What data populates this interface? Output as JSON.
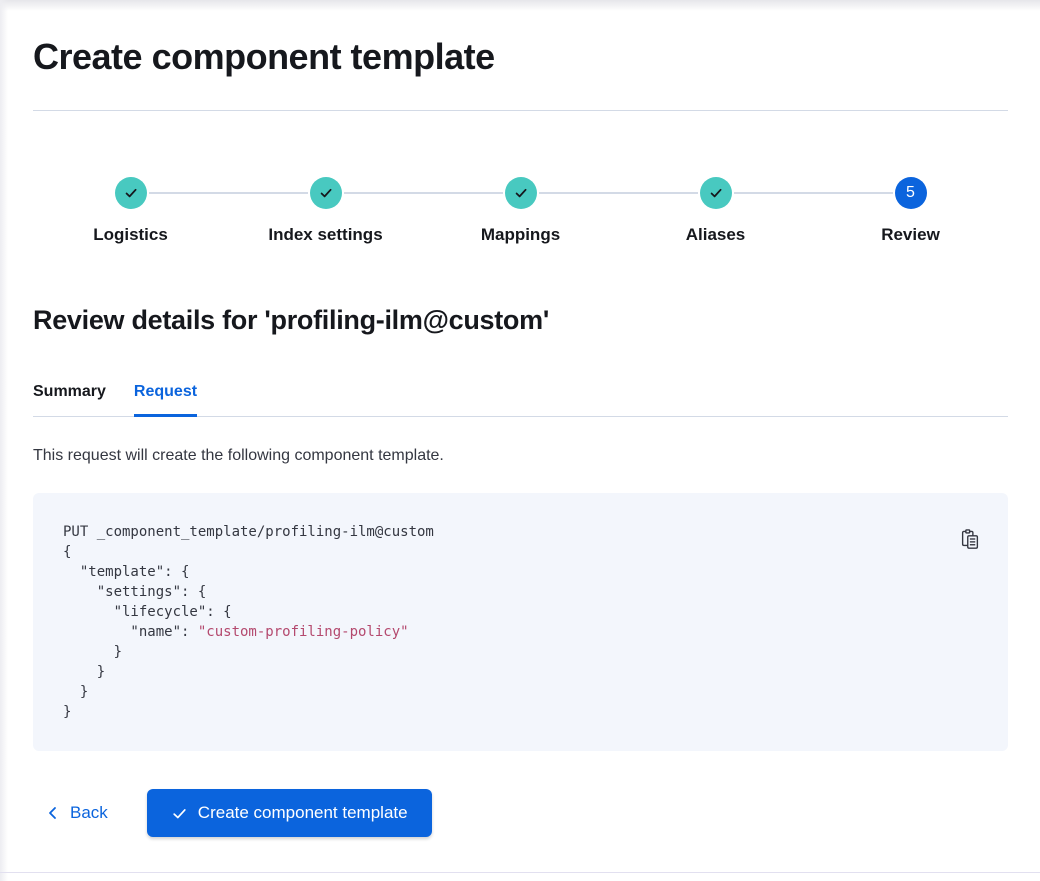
{
  "page_title": "Create component template",
  "stepper": {
    "steps": [
      {
        "label": "Logistics",
        "status": "complete"
      },
      {
        "label": "Index settings",
        "status": "complete"
      },
      {
        "label": "Mappings",
        "status": "complete"
      },
      {
        "label": "Aliases",
        "status": "complete"
      },
      {
        "label": "Review",
        "status": "current",
        "number": "5"
      }
    ]
  },
  "review": {
    "heading": "Review details for 'profiling-ilm@custom'",
    "tabs": [
      {
        "label": "Summary",
        "active": false
      },
      {
        "label": "Request",
        "active": true
      }
    ],
    "description": "This request will create the following component template."
  },
  "code_block": {
    "lines": [
      "PUT _component_template/profiling-ilm@custom",
      "{",
      "  \"template\": {",
      "    \"settings\": {",
      "      \"lifecycle\": {",
      "        \"name\": \"custom-profiling-policy\"",
      "      }",
      "    }",
      "  }",
      "}"
    ],
    "string_literal": "\"custom-profiling-policy\"",
    "copy_icon": "copy-clipboard-icon"
  },
  "footer": {
    "back_label": "Back",
    "submit_label": "Create component template"
  },
  "colors": {
    "primary_blue": "#0b64dd",
    "success_teal": "#48c9c0",
    "code_string": "#b4496e",
    "text_dark": "#16181d",
    "text_body": "#343741",
    "divider": "#d3dae6",
    "code_background": "#f3f6fc"
  }
}
